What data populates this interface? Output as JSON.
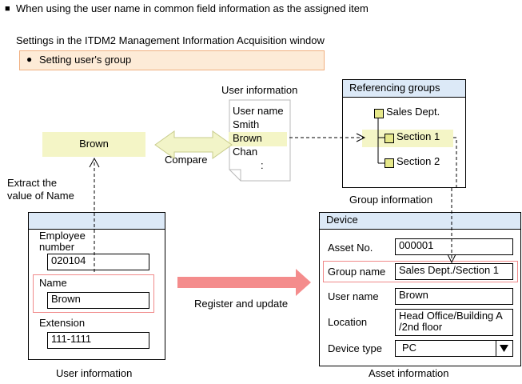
{
  "header": {
    "bullet_symbol": "■",
    "title": "When using the user name in common field information as the assigned item",
    "settings_caption": "Settings in the ITDM2 Management Information Acquisition window",
    "setting_bullet": "●",
    "setting_label": "Setting user's group"
  },
  "compare": {
    "value": "Brown",
    "label": "Compare"
  },
  "extract_label_line1": "Extract the",
  "extract_label_line2": "value of Name",
  "user_info_doc": {
    "title": "User information",
    "lines": [
      "User name",
      "Smith",
      "Brown",
      "Chan"
    ],
    "ellipsis": ":"
  },
  "groups": {
    "header": "Referencing groups",
    "root": "Sales Dept.",
    "children": [
      "Section 1",
      "Section 2"
    ],
    "caption": "Group information"
  },
  "user_form": {
    "employee_label_line1": "Employee",
    "employee_label_line2": "number",
    "employee_value": "020104",
    "name_label": "Name",
    "name_value": "Brown",
    "extension_label": "Extension",
    "extension_value": "111-1111",
    "caption": "User information"
  },
  "register_label": "Register and update",
  "device_form": {
    "header": "Device",
    "asset_label": "Asset No.",
    "asset_value": "000001",
    "group_label": "Group name",
    "group_value": "Sales Dept./Section 1",
    "user_label": "User name",
    "user_value": "Brown",
    "location_label": "Location",
    "location_value_line1": "Head Office/Building A",
    "location_value_line2": "/2nd floor",
    "type_label": "Device type",
    "type_value": "PC",
    "caption": "Asset information"
  },
  "colors": {
    "setting_bg": "#fdebd7",
    "setting_border": "#f0b080",
    "yellow_box": "#f4f5c6",
    "highlight": "#f4f5c6",
    "panel_header": "#dce9f7",
    "node_fill": "#e6e88a",
    "red_outline": "#f08a8a",
    "red_arrow": "#f48c8c",
    "compare_arrow": "#f2f4c8"
  }
}
